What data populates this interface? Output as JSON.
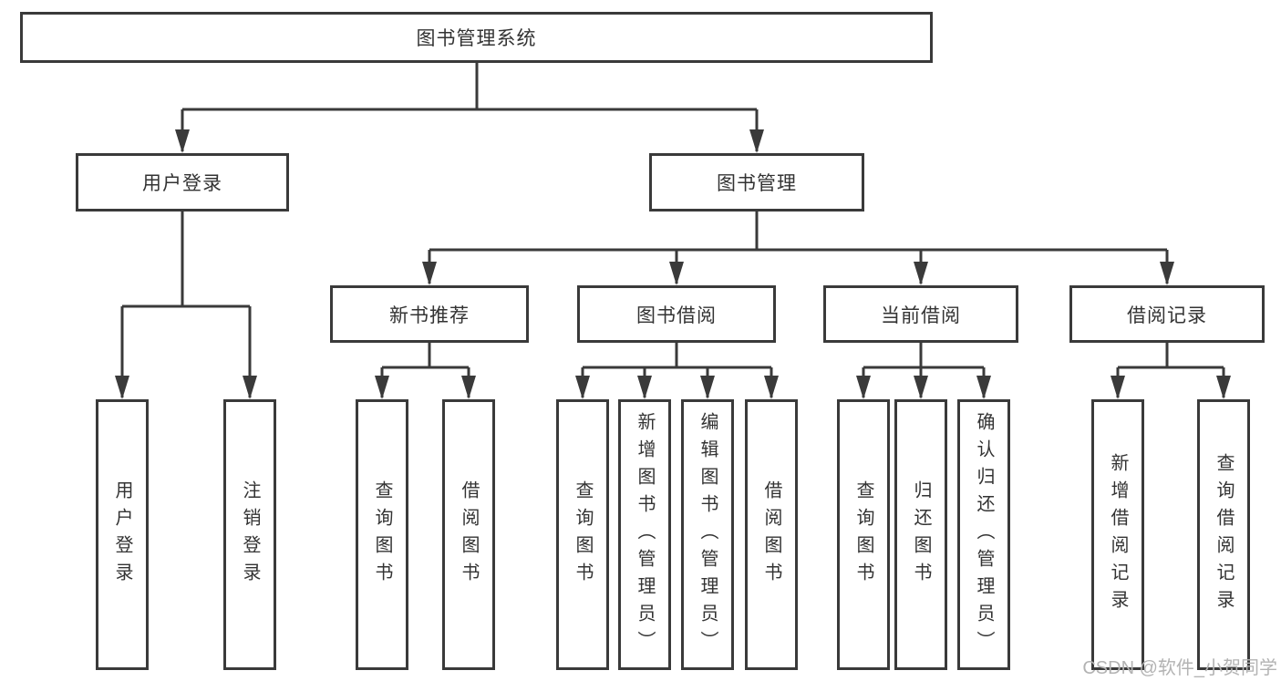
{
  "colors": {
    "background": "#ffffff",
    "box_border": "#3a3a3a",
    "connector_line": "#3a3a3a",
    "text": "#333333",
    "watermark": "#b3b3b3"
  },
  "watermark": "CSDN @软件_小贺同学",
  "tree": {
    "root": {
      "label": "图书管理系统"
    },
    "children": [
      {
        "label": "用户登录",
        "children": [
          {
            "label": "用户登录"
          },
          {
            "label": "注销登录"
          }
        ]
      },
      {
        "label": "图书管理",
        "children": [
          {
            "label": "新书推荐",
            "children": [
              {
                "label": "查询图书"
              },
              {
                "label": "借阅图书"
              }
            ]
          },
          {
            "label": "图书借阅",
            "children": [
              {
                "label": "查询图书"
              },
              {
                "label": "新增图书（管理员）"
              },
              {
                "label": "编辑图书（管理员）"
              },
              {
                "label": "借阅图书"
              }
            ]
          },
          {
            "label": "当前借阅",
            "children": [
              {
                "label": "查询图书"
              },
              {
                "label": "归还图书"
              },
              {
                "label": "确认归还（管理员）"
              }
            ]
          },
          {
            "label": "借阅记录",
            "children": [
              {
                "label": "新增借阅记录"
              },
              {
                "label": "查询借阅记录"
              }
            ]
          }
        ]
      }
    ]
  }
}
